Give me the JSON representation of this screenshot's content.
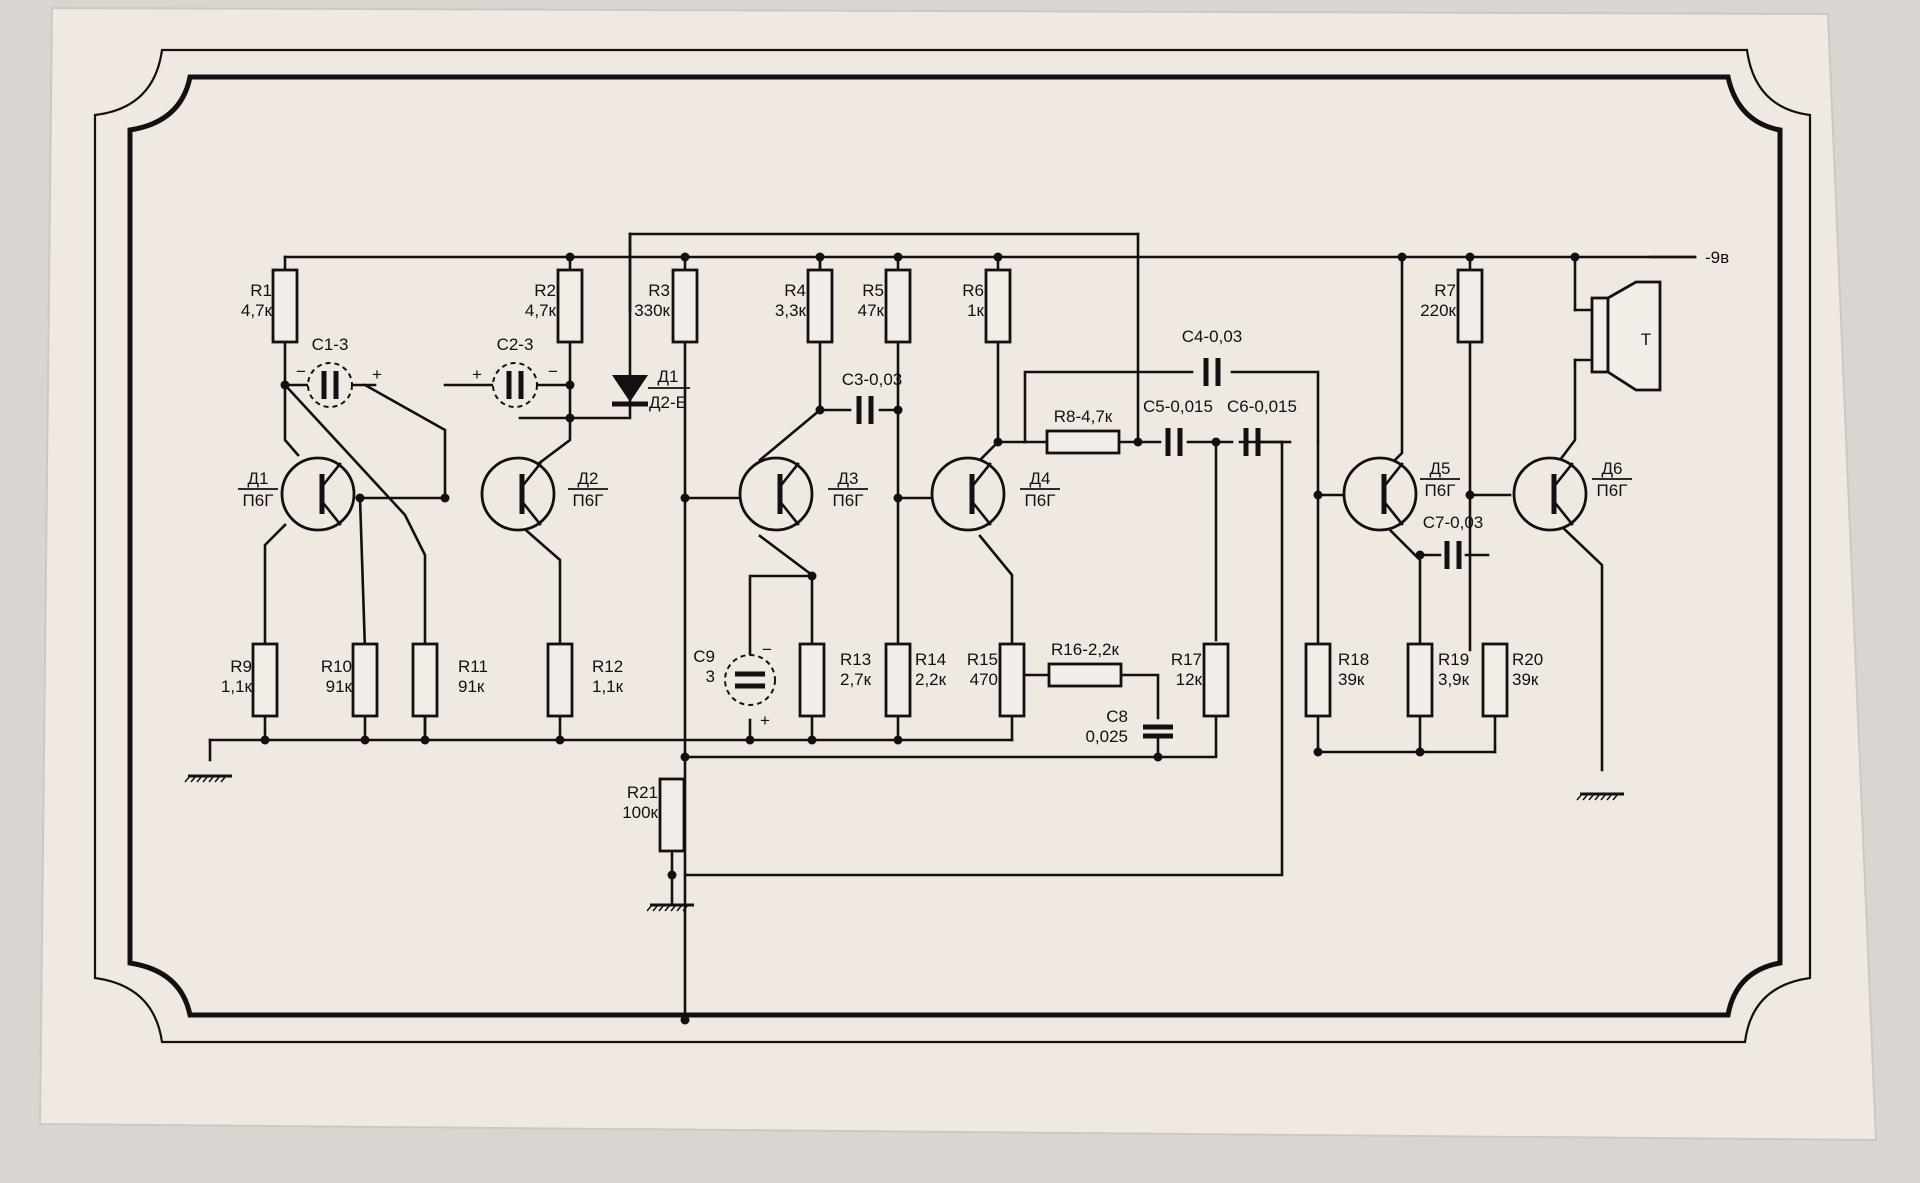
{
  "supply": "-9в",
  "resistors": [
    {
      "id": "r1",
      "name": "R1",
      "value": "4,7к"
    },
    {
      "id": "r2",
      "name": "R2",
      "value": "4,7к"
    },
    {
      "id": "r3",
      "name": "R3",
      "value": "330к"
    },
    {
      "id": "r4",
      "name": "R4",
      "value": "3,3к"
    },
    {
      "id": "r5",
      "name": "R5",
      "value": "47к"
    },
    {
      "id": "r6",
      "name": "R6",
      "value": "1к"
    },
    {
      "id": "r7",
      "name": "R7",
      "value": "220к"
    },
    {
      "id": "r8",
      "name": "R8",
      "value": "4,7к"
    },
    {
      "id": "r9",
      "name": "R9",
      "value": "1,1к"
    },
    {
      "id": "r10",
      "name": "R10",
      "value": "91к"
    },
    {
      "id": "r11",
      "name": "R11",
      "value": "91к"
    },
    {
      "id": "r12",
      "name": "R12",
      "value": "1,1к"
    },
    {
      "id": "r13",
      "name": "R13",
      "value": "2,7к"
    },
    {
      "id": "r14",
      "name": "R14",
      "value": "2,2к"
    },
    {
      "id": "r15",
      "name": "R15",
      "value": "470"
    },
    {
      "id": "r16",
      "name": "R16",
      "value": "2,2к"
    },
    {
      "id": "r17",
      "name": "R17",
      "value": "12к"
    },
    {
      "id": "r18",
      "name": "R18",
      "value": "39к"
    },
    {
      "id": "r19",
      "name": "R19",
      "value": "3,9к"
    },
    {
      "id": "r20",
      "name": "R20",
      "value": "39к"
    },
    {
      "id": "r21",
      "name": "R21",
      "value": "100к"
    }
  ],
  "capacitors": [
    {
      "id": "c1",
      "name": "C1",
      "value": "3"
    },
    {
      "id": "c2",
      "name": "C2",
      "value": "3"
    },
    {
      "id": "c3",
      "name": "C3",
      "value": "0,03"
    },
    {
      "id": "c4",
      "name": "C4",
      "value": "0,03"
    },
    {
      "id": "c5",
      "name": "C5",
      "value": "0,015"
    },
    {
      "id": "c6",
      "name": "C6",
      "value": "0,015"
    },
    {
      "id": "c7",
      "name": "C7",
      "value": "0,03"
    },
    {
      "id": "c8",
      "name": "C8",
      "value": "0,025"
    },
    {
      "id": "c9",
      "name": "C9",
      "value": "3"
    }
  ],
  "transistors": [
    {
      "id": "q1",
      "name": "Д1",
      "type": "П6Г"
    },
    {
      "id": "q2",
      "name": "Д2",
      "type": "П6Г"
    },
    {
      "id": "q3",
      "name": "Д3",
      "type": "П6Г"
    },
    {
      "id": "q4",
      "name": "Д4",
      "type": "П6Г"
    },
    {
      "id": "q5",
      "name": "Д5",
      "type": "П6Г"
    },
    {
      "id": "q6",
      "name": "Д6",
      "type": "П6Г"
    }
  ],
  "diode": {
    "name": "Д1",
    "type": "Д2-Е"
  },
  "speaker_label": "Т",
  "polarity": {
    "plus": "+",
    "minus": "−"
  }
}
